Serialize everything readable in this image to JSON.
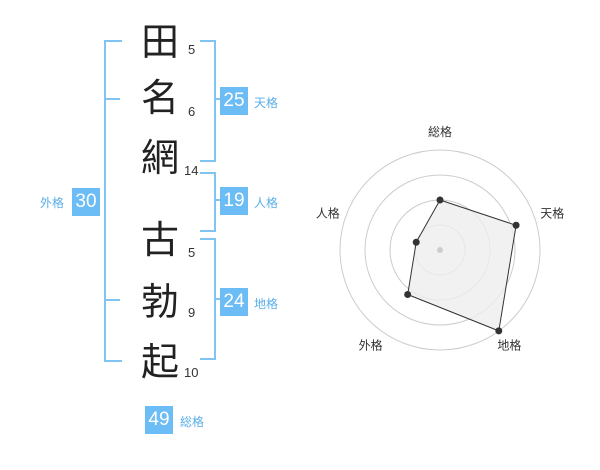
{
  "surname": [
    {
      "char": "田",
      "strokes": "5"
    },
    {
      "char": "名",
      "strokes": "6"
    },
    {
      "char": "網",
      "strokes": "14"
    }
  ],
  "given_name": [
    {
      "char": "古",
      "strokes": "5"
    },
    {
      "char": "勃",
      "strokes": "9"
    },
    {
      "char": "起",
      "strokes": "10"
    }
  ],
  "fortune": {
    "tenkaku": {
      "label": "天格",
      "value": "25"
    },
    "jinkaku": {
      "label": "人格",
      "value": "19"
    },
    "chikaku": {
      "label": "地格",
      "value": "24"
    },
    "gaikaku": {
      "label": "外格",
      "value": "30"
    },
    "soukaku": {
      "label": "総格",
      "value": "49"
    }
  },
  "radar": {
    "axes": [
      "総格",
      "天格",
      "地格",
      "外格",
      "人格"
    ],
    "levels": 4,
    "values": [
      0.5,
      0.8,
      1.0,
      0.55,
      0.25
    ],
    "accent": "#6cbcf5",
    "fill": "#eeeeee",
    "stroke": "#333333"
  }
}
